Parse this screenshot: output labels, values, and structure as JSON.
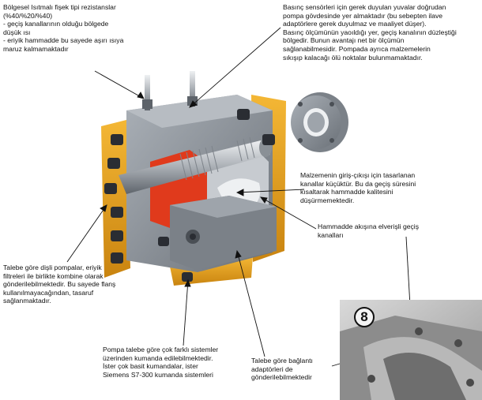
{
  "annotations": {
    "heater": "Bölgesel Isıtmalı fişek tipi rezistanslar\n(%40/%20/%40)\n- geçiş kanallarının olduğu bölgede\ndüşük ısı\n- eriyik hammadde bu sayede aşırı ısıya\nmaruz kalmamaktadır",
    "sensor": "Basınç sensörleri için gerek duyulan yuvalar doğrudan\npompa gövdesinde yer almaktadır (bu sebepten ilave\nadaptörlere gerek duyulmaz ve maaliyet düşer).\nBasınç ölçümünün yaoıldığı yer, geçiş kanalının düzleştiği\nbölgedir. Bunun avantajı net bir ölçümün\nsağlanabilmesidir. Pompada ayrıca malzemelerin\nsıkışıp kalacağı ölü noktalar bulunmamaktadır.",
    "channels": "Malzemenin giriş-çıkışı için tasarlanan\nkanallar küçüktür. Bu da geçiş süresini\nkısaltarak hammadde kalitesini\ndüşürmemektedir.",
    "flow": "Hammadde akışına elverişli geçiş\nkanalları",
    "combo": "Talebe göre dişli pompalar, eriyik\nfiltreleri ile birlikte kombine olarak\ngönderilebilmektedir. Bu sayede flanş\nkullanılmayacağından, tasaruf\nsağlanmaktadır.",
    "control": "Pompa talebe göre çok farklı sistemler\nüzerinden kumanda edilebilmektedir.\nİster çok basit kumandalar, ister\nSiemens S7-300 kumanda sistemleri",
    "adaptor": "Talebe göre bağlantı\nadaptörleri de\ngönderilebilmektedir"
  },
  "inset": {
    "number": "8"
  },
  "colors": {
    "body_gray": "#8e949b",
    "body_dark": "#5d636a",
    "flange_orange": "#e8a21f",
    "gear_red": "#e03a1c",
    "bolt_dark": "#2a2d33",
    "shaft_steel": "#c9cdd2"
  }
}
